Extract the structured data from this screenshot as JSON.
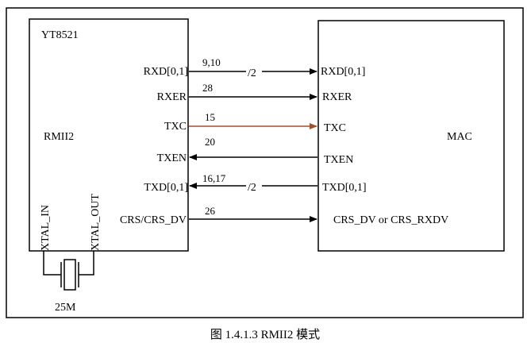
{
  "phy": {
    "name": "YT8521",
    "mode": "RMII2"
  },
  "mac": {
    "name": "MAC"
  },
  "phy_pins": {
    "rxd": "RXD[0,1]",
    "rxer": "RXER",
    "txc": "TXC",
    "txen": "TXEN",
    "txd": "TXD[0,1]",
    "crs": "CRS/CRS_DV"
  },
  "mac_pins": {
    "rxd": "RXD[0,1]",
    "rxer": "RXER",
    "txc": "TXC",
    "txen": "TXEN",
    "txd": "TXD[0,1]",
    "crs": "CRS_DV or CRS_RXDV"
  },
  "pin_numbers": {
    "rxd": "9,10",
    "rxer": "28",
    "txc": "15",
    "txen": "20",
    "txd": "16,17",
    "crs": "26"
  },
  "bus_width_label": "/2",
  "crystal": {
    "xtal_in": "XTAL_IN",
    "xtal_out": "XTAL_OUT",
    "frequency": "25M"
  },
  "caption": "图 1.4.1.3 RMII2 模式",
  "colors": {
    "txc_line": "#a0522d",
    "line": "#000000"
  }
}
